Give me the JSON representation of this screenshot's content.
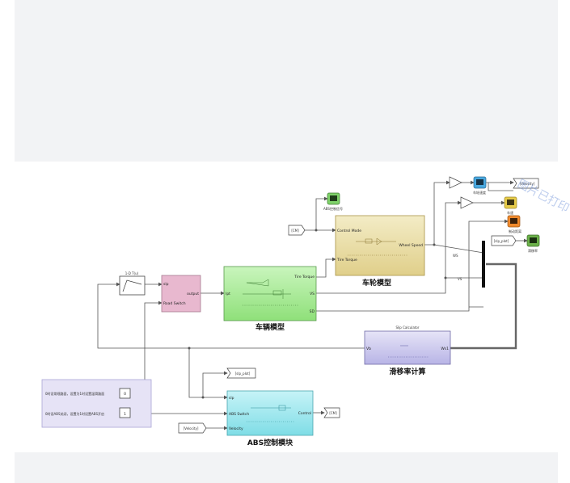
{
  "blocks": {
    "vehicle": {
      "title": "车辆模型",
      "in_port": "Ipt",
      "out_torque": "Tire Torque",
      "out_vs": "VS",
      "out_sd": "SD"
    },
    "wheel": {
      "title": "车轮模型",
      "in_control": "Control Mode",
      "in_torque": "Tire Torque",
      "out_speed": "Wheel Speed"
    },
    "slip": {
      "title": "滑移率计算",
      "header": "Slip Calculator",
      "in_port": "Vb",
      "out_port": "Ws1"
    },
    "abs": {
      "title": "ABS控制模块",
      "in_slip": "slp",
      "in_switch": "ABS Switch",
      "in_velocity": "Velocity",
      "out_control": "Control"
    },
    "road_switch": {
      "in_slp": "slp",
      "in_road": "Road Switch",
      "out": "output"
    },
    "lookup": {
      "label": "1-D T(u)"
    }
  },
  "tags": {
    "cm_from": "[CM]",
    "cm_goto": "[CM]",
    "slip_plot_goto": "[slp_plot]",
    "slip_plot_from": "[slp_plot]",
    "velocity_from": "[Velocity]",
    "velocity_goto": "[Velocity]"
  },
  "signals": {
    "ws": "WS",
    "vs": "VS"
  },
  "scopes": [
    {
      "label": "ABS控制信号",
      "color": "#7fd26a"
    },
    {
      "label": "车轮速度",
      "color": "#4aa9e0"
    },
    {
      "label": "车速",
      "color": "#e8cd4a"
    },
    {
      "label": "制动距离",
      "color": "#f08a2c"
    },
    {
      "label": "滑移率",
      "color": "#6cb24a"
    }
  ],
  "constants": [
    {
      "value": "0",
      "note": "0时设常规路面，设置为1时设置湿滑路面"
    },
    {
      "value": "1",
      "note": "0时设ABS关闭，设置为1时设置ABS开启"
    }
  ],
  "watermark": "图片已打印",
  "colors": {
    "vehicle": "#8fe07a",
    "wheel": "#e0cf8a",
    "slip": "#b8b4e6",
    "abs": "#7fdde6",
    "road_switch": "#e8b8cf",
    "panel": "#e6e3f6"
  }
}
